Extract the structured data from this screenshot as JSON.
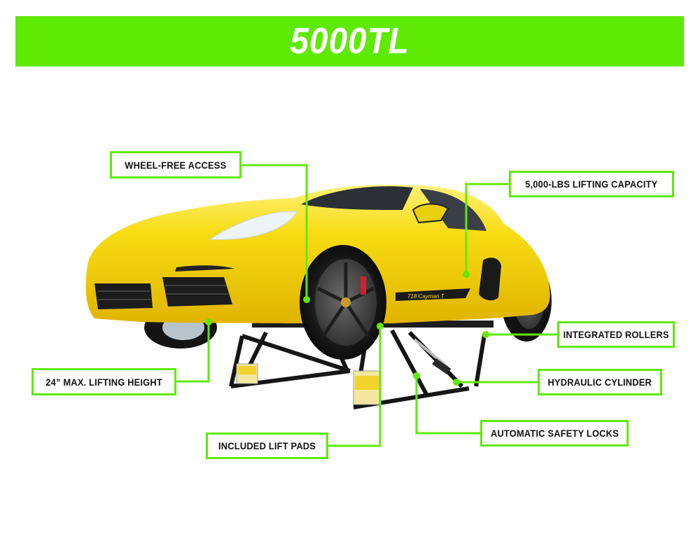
{
  "header": {
    "title": "5000TL"
  },
  "colors": {
    "accent_green": "#5fea05",
    "car_yellow": "#f5d90f",
    "lift_black": "#1a1a1a",
    "text_dark": "#111111"
  },
  "car": {
    "model_decal": "718 Cayman T"
  },
  "callouts": [
    {
      "id": "wheel-free-access",
      "label": "WHEEL-FREE ACCESS"
    },
    {
      "id": "lifting-capacity",
      "label": "5,000-LBS LIFTING CAPACITY"
    },
    {
      "id": "integrated-rollers",
      "label": "INTEGRATED ROLLERS"
    },
    {
      "id": "hydraulic-cylinder",
      "label": "HYDRAULIC CYLINDER"
    },
    {
      "id": "automatic-safety-locks",
      "label": "AUTOMATIC SAFETY LOCKS"
    },
    {
      "id": "max-lifting-height",
      "label": "24” MAX. LIFTING HEIGHT"
    },
    {
      "id": "included-lift-pads",
      "label": "INCLUDED LIFT PADS"
    }
  ]
}
